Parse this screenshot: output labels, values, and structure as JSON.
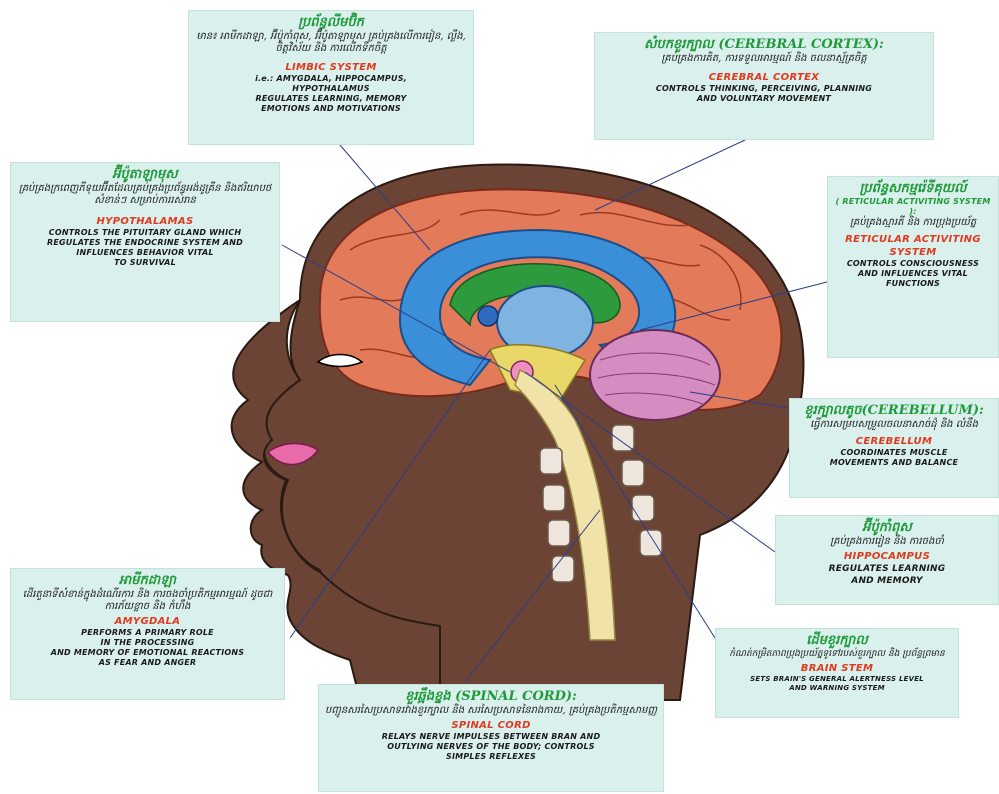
{
  "labels": {
    "limbic": {
      "km_title": "ប្រព័ន្ធលីមប៊ិក",
      "km_text": "មាន៖ អាមីកដាឡា, អ៊ីប៉ូកាំពុស, អ៊ីប៉ូតាឡាមុស គ្រប់គ្រងលើការរៀន, ល្ងឹង, ចិត្តវិស័យ និង ការលើកទឹកចិត្ត",
      "en_title": "LIMBIC SYSTEM",
      "en_text": "i.e.: AMYGDALA, HIPPOCAMPUS,\nHYPOTHALAMUS\nREGULATES LEARNING, MEMORY\nEMOTIONS AND MOTIVATIONS"
    },
    "cortex": {
      "km_title": "សំបកខួរក្បាល (CEREBRAL CORTEX):",
      "km_text": "គ្រប់គ្រងការគិត, ការទទួលអារម្មណ៍ និង ចលនាស្ម័គ្រចិត្ត",
      "en_title": "CEREBRAL CORTEX",
      "en_text": "CONTROLS THINKING, PERCEIVING, PLANNING\nAND VOLUNTARY MOVEMENT"
    },
    "hypothalamus": {
      "km_title": "អ៊ីប៉ូតាឡាមុស",
      "km_text": "គ្រប់គ្រងក្រពេញភីទុយអ៊ីតដែលគ្រប់គ្រងប្រព័ន្ធអង់ដូគ្រីន និងឥរិយាបថសំខាន់ៗ សម្រាប់ការរស់រាន",
      "en_title": "HYPOTHALAMAS",
      "en_text": "CONTROLS THE PITUITARY GLAND WHICH\nREGULATES THE ENDOCRINE SYSTEM AND\nINFLUENCES BEHAVIOR VITAL\nTO SURVIVAL"
    },
    "reticular": {
      "km_title": "ប្រព័ន្ធសកម្មរ៉េទីគុយល៍",
      "km_title_en": "( RETICULAR ACTIVITING SYSTEM ):",
      "km_text": "គ្រប់គ្រងស្មារតី និង ការប្រុងប្រយ័ត្ន",
      "en_title": "RETICULAR ACTIVITING\nSYSTEM",
      "en_text": "CONTROLS CONSCIOUSNESS\nAND INFLUENCES VITAL\nFUNCTIONS"
    },
    "cerebellum": {
      "km_title": "ខួរក្បាលតូច(CEREBELLUM):",
      "km_text": "ធ្វើការសម្របសម្រួលចលនាសាច់ដុំ និង លំនឹង",
      "en_title": "CEREBELLUM",
      "en_text": "COORDINATES MUSCLE\nMOVEMENTS AND BALANCE"
    },
    "hippocampus": {
      "km_title": "អ៊ីប៉ូកាំពុស",
      "km_text": "គ្រប់គ្រងការរៀន និង ការចងចាំ",
      "en_title": "HIPPOCAMPUS",
      "en_text": "REGULATES LEARNING\nAND MEMORY"
    },
    "amygdala": {
      "km_title": "អាមីកដាឡា",
      "km_text": "ដើរតួនាទីសំខាន់ក្នុងដំណើរការ និង ការចងចាំប្រតិកម្មអារម្មណ៍ ដូចជាការភ័យខ្លាច និង កំហឹង",
      "en_title": "AMYGDALA",
      "en_text": "PERFORMS A PRIMARY ROLE\nIN THE PROCESSING\nAND MEMORY OF EMOTIONAL REACTIONS\nAS FEAR AND ANGER"
    },
    "brainstem": {
      "km_title": "ដើមខួរក្បាល",
      "km_text": "កំណត់កម្រិតភាពប្រុងប្រយ័ត្នទូទៅរបស់ខួរក្បាល និង ប្រព័ន្ធព្រមាន",
      "en_title": "BRAIN STEM",
      "en_text": "SETS BRAIN'S GENERAL ALERTNESS LEVEL\nAND WARNING SYSTEM"
    },
    "spinal": {
      "km_title": "ខួរឆ្អឹងខ្នង (SPINAL CORD):",
      "km_text": "បញ្ជូនសរសៃប្រសាទរវាងខួរក្បាល និង សរសៃប្រសាទនៃរាងកាយ, គ្រប់គ្រងប្រតិកម្មសាមញ្ញ",
      "en_title": "SPINAL CORD",
      "en_text": "RELAYS NERVE IMPULSES BETWEEN BRAN AND\nOUTLYING NERVES OF THE BODY; CONTROLS\nSIMPLES REFLEXES"
    }
  },
  "colors": {
    "box_bg": "#d9f0ec",
    "khmer_title": "#1f9a3a",
    "english_title": "#e03a1e",
    "skin": "#7a4e3a",
    "cortex": "#e37a5a",
    "limbic": "#3b8fd9",
    "cerebellum": "#d58cc0"
  }
}
